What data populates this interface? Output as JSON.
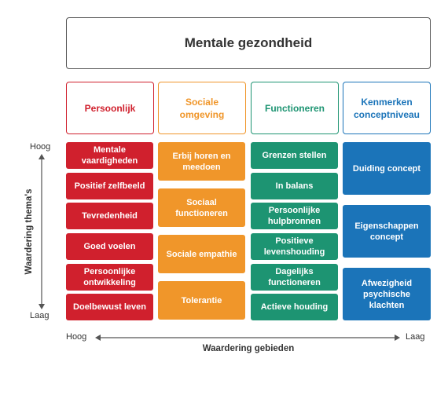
{
  "title": "Mentale gezondheid",
  "colors": {
    "red": "#d0202d",
    "orange": "#f0962a",
    "teal": "#1d9472",
    "blue": "#1b74b9"
  },
  "columns": [
    {
      "header": "Persoonlijk",
      "color": "#d0202d",
      "items": [
        "Mentale\nvaardigheden",
        "Positief zelfbeeld",
        "Tevredenheid",
        "Goed voelen",
        "Persoonlijke\nontwikkeling",
        "Doelbewust leven"
      ]
    },
    {
      "header": "Sociale\nomgeving",
      "color": "#f0962a",
      "items": [
        "Erbij horen en\nmeedoen",
        "Sociaal\nfunctioneren",
        "Sociale empathie",
        "Tolerantie"
      ]
    },
    {
      "header": "Functioneren",
      "color": "#1d9472",
      "items": [
        "Grenzen stellen",
        "In balans",
        "Persoonlijke\nhulpbronnen",
        "Positieve\nlevenshouding",
        "Dagelijks\nfunctioneren",
        "Actieve houding"
      ]
    },
    {
      "header": "Kenmerken\nconceptniveau",
      "color": "#1b74b9",
      "items": [
        "Duiding concept",
        "Eigenschappen\nconcept",
        "Afwezigheid\npsychische\nklachten"
      ]
    }
  ],
  "y_axis": {
    "title": "Waardering thema's",
    "high": "Hoog",
    "low": "Laag"
  },
  "x_axis": {
    "title": "Waardering  gebieden",
    "high": "Hoog",
    "low": "Laag"
  }
}
